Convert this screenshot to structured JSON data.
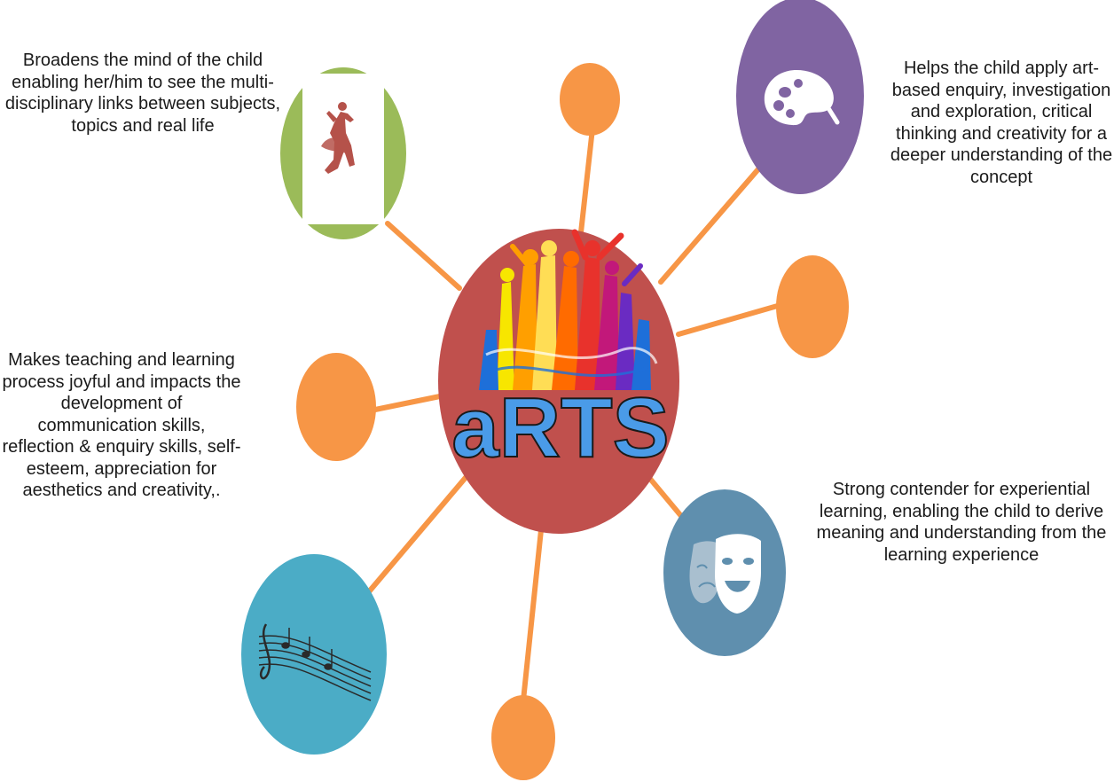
{
  "center": {
    "logo_text": "aRTS",
    "color": "#c0504d"
  },
  "colors": {
    "connector": "#f79646",
    "orange_node": "#f79646",
    "green_node": "#9bbb59",
    "purple_node": "#8064a2",
    "teal_node": "#4bacc6",
    "slate_node": "#5f8fae"
  },
  "nodes": {
    "top_left": {
      "icon": "dancer-icon"
    },
    "top_right": {
      "icon": "paint-palette-icon"
    },
    "bottom_right": {
      "icon": "theatre-masks-icon"
    },
    "bottom_left": {
      "icon": "music-staff-icon"
    }
  },
  "captions": {
    "top_left": "Broadens the mind of the child enabling her/him to see the multi-disciplinary links between subjects, topics and real life",
    "top_right": "Helps the child apply art-based enquiry, investigation and exploration, critical thinking and creativity for a deeper understanding of the concept",
    "left": "Makes teaching and learning process joyful and impacts the development of communication skills, reflection & enquiry skills, self-esteem, appreciation for aesthetics and creativity,.",
    "bottom_right": "Strong contender for experiential learning, enabling the child to derive meaning and understanding from the learning experience"
  }
}
